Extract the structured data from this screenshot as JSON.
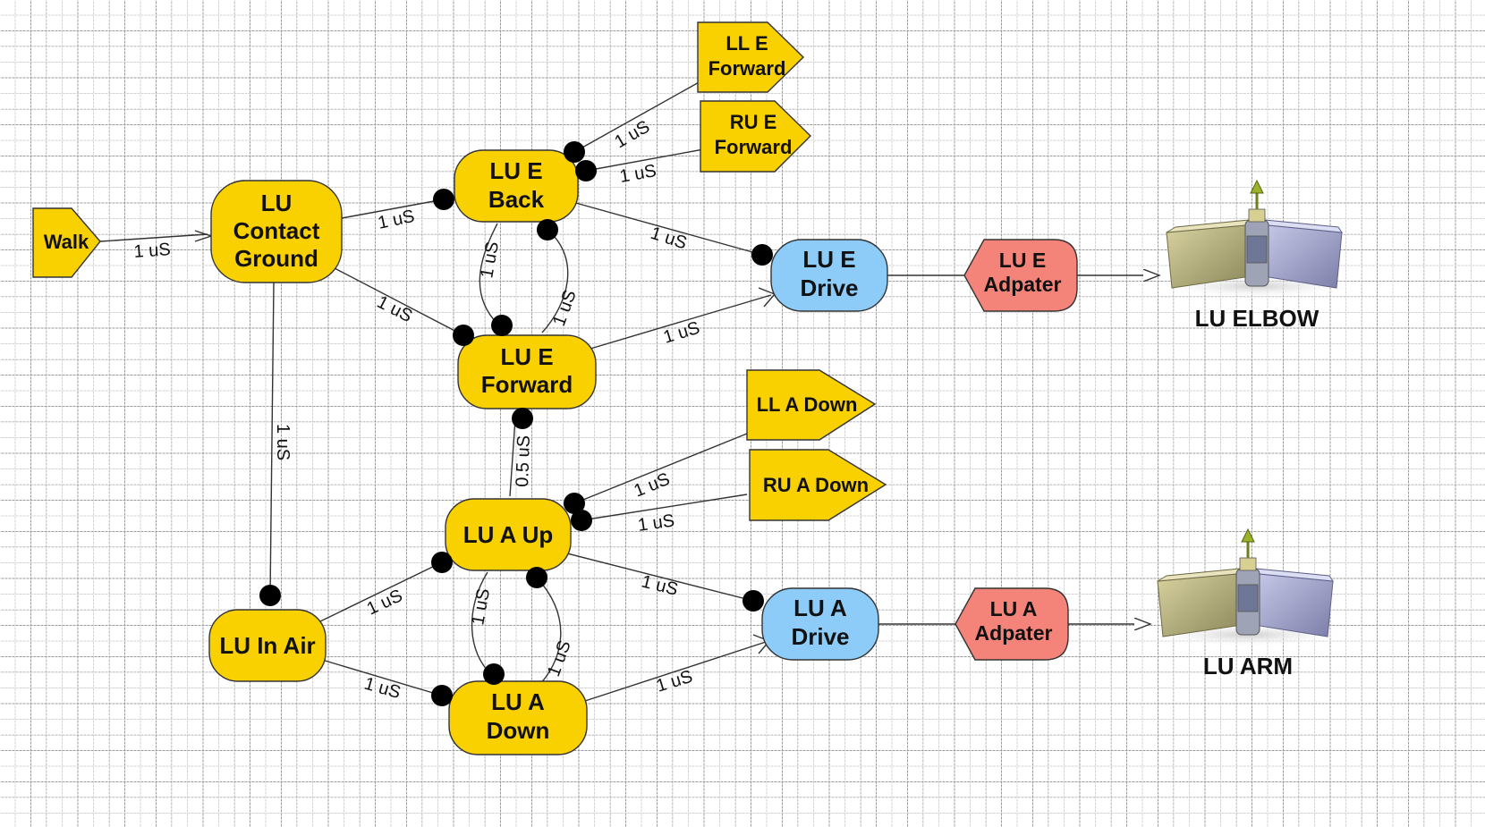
{
  "colors": {
    "state": "#f9d000",
    "drive": "#8dccf8",
    "adapter": "#f4847a",
    "port": "#f9d000",
    "outline": "#333333"
  },
  "nodes": {
    "walk": "Walk",
    "contact_ground": [
      "LU",
      "Contact",
      "Ground"
    ],
    "e_back": [
      "LU E",
      "Back"
    ],
    "e_forward": [
      "LU E",
      "Forward"
    ],
    "a_up": "LU A Up",
    "in_air": "LU In Air",
    "a_down": [
      "LU A",
      "Down"
    ],
    "e_drive": [
      "LU E",
      "Drive"
    ],
    "a_drive": [
      "LU A",
      "Drive"
    ],
    "e_adapter": [
      "LU E",
      "Adpater"
    ],
    "a_adapter": [
      "LU A",
      "Adpater"
    ],
    "ll_e_forward": [
      "LL E",
      "Forward"
    ],
    "ru_e_forward": [
      "RU E",
      "Forward"
    ],
    "ll_a_down": "LL A Down",
    "ru_a_down": "RU A Down"
  },
  "joints": {
    "elbow": "LU ELBOW",
    "arm": "LU ARM",
    "icon": "hinge-joint-icon"
  },
  "edge_labels": {
    "walk_contact": "1 uS",
    "contact_eback": "1 uS",
    "contact_eforward": "1 uS",
    "contact_inair": "1 uS",
    "eback_ll": "1 uS",
    "eback_ru": "1 uS",
    "eback_drive": "1 uS",
    "eback_eforward": "1 uS",
    "eforward_eback": "1 uS",
    "eforward_drive": "1 uS",
    "eforward_aup": "0.5 uS",
    "aup_ll": "1 uS",
    "aup_ru": "1 uS",
    "aup_drive": "1 uS",
    "aup_adown": "1 uS",
    "adown_aup": "1 uS",
    "inair_aup": "1 uS",
    "inair_adown": "1 uS",
    "adown_drive": "1 uS"
  }
}
